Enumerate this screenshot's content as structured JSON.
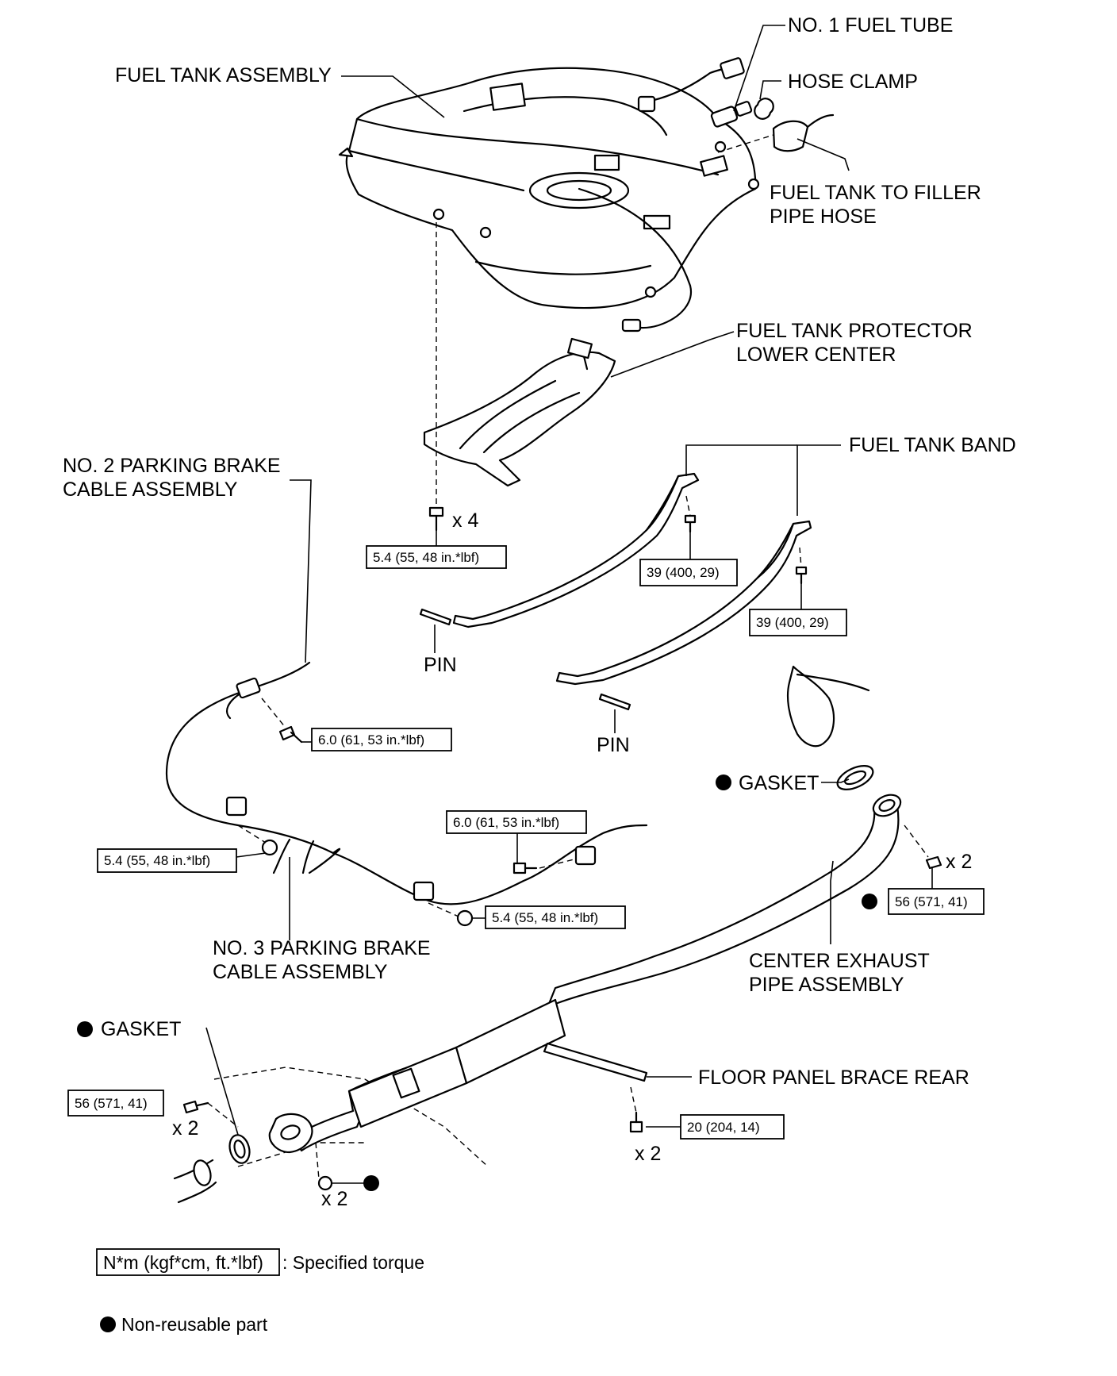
{
  "labels": {
    "fuel_tank_assembly": "FUEL TANK ASSEMBLY",
    "no1_fuel_tube": "NO. 1 FUEL TUBE",
    "hose_clamp": "HOSE CLAMP",
    "filler_pipe_hose_line1": "FUEL TANK TO FILLER",
    "filler_pipe_hose_line2": "PIPE HOSE",
    "protector_line1": "FUEL TANK PROTECTOR",
    "protector_line2": "LOWER CENTER",
    "fuel_tank_band": "FUEL TANK BAND",
    "no2_brake_line1": "NO. 2 PARKING BRAKE",
    "no2_brake_line2": "CABLE ASSEMBLY",
    "pin_left": "PIN",
    "pin_right": "PIN",
    "gasket_upper": "GASKET",
    "gasket_lower": "GASKET",
    "no3_brake_line1": "NO. 3 PARKING BRAKE",
    "no3_brake_line2": "CABLE ASSEMBLY",
    "exhaust_line1": "CENTER EXHAUST",
    "exhaust_line2": "PIPE ASSEMBLY",
    "floor_brace": "FLOOR PANEL BRACE REAR"
  },
  "quantities": {
    "tank_bolts": "x 4",
    "exhaust_front_nuts": "x 2",
    "exhaust_rear_bolts": "x 2",
    "exhaust_rear_nuts": "x 2",
    "brace_bolts": "x 2"
  },
  "torques": {
    "tank_protector": "5.4 (55, 48 in.*lbf)",
    "band_front": "39 (400, 29)",
    "band_rear": "39 (400, 29)",
    "cable_upper": "6.0 (61, 53 in.*lbf)",
    "cable_mid_left": "5.4 (55, 48 in.*lbf)",
    "cable_mid_right": "6.0 (61, 53 in.*lbf)",
    "cable_lower": "5.4 (55, 48 in.*lbf)",
    "exhaust_front": "56 (571, 41)",
    "exhaust_rear": "56 (571, 41)",
    "floor_brace": "20 (204, 14)"
  },
  "legend": {
    "torque_key": "N*m (kgf*cm, ft.*lbf)",
    "torque_desc": ": Specified torque",
    "nonreusable_desc": "Non-reusable part"
  }
}
